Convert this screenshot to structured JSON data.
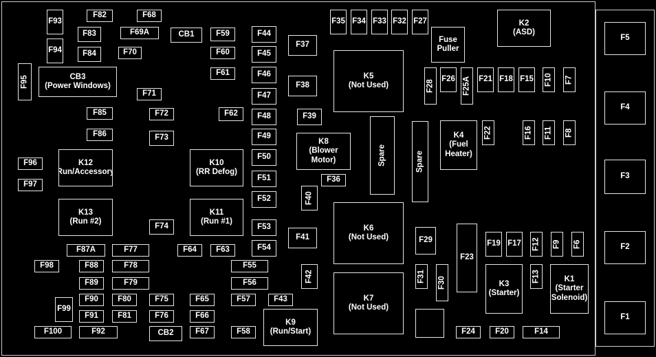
{
  "diagram": {
    "boxes": {
      "F93": "F93",
      "F82": "F82",
      "F68": "F68",
      "F83": "F83",
      "F69A": "F69A",
      "CB1": "CB1",
      "F59": "F59",
      "F44": "F44",
      "F35": "F35",
      "F34": "F34",
      "F33": "F33",
      "F32": "F32",
      "F27": "F27",
      "FusePuller": "Fuse\nPuller",
      "K2": "K2\n(ASD)",
      "F5": "F5",
      "F94": "F94",
      "F84": "F84",
      "F70": "F70",
      "F60": "F60",
      "F45": "F45",
      "F37": "F37",
      "F95": "F95",
      "CB3": "CB3\n(Power Windows)",
      "F61": "F61",
      "F46": "F46",
      "K5": "K5\n(Not Used)",
      "F28": "F28",
      "F26": "F26",
      "F25A": "F25A",
      "F21": "F21",
      "F18": "F18",
      "F15": "F15",
      "F10": "F10",
      "F7": "F7",
      "F38": "F38",
      "F71": "F71",
      "F47": "F47",
      "F4": "F4",
      "F85": "F85",
      "F72": "F72",
      "F62": "F62",
      "F48": "F48",
      "F39": "F39",
      "F86": "F86",
      "F73": "F73",
      "F49": "F49",
      "K8": "K8\n(Blower\nMotor)",
      "Spare1": "Spare",
      "Spare2": "Spare",
      "K4": "K4\n(Fuel\nHeater)",
      "F22": "F22",
      "F16": "F16",
      "F11": "F11",
      "F8": "F8",
      "F96": "F96",
      "K12": "K12\n(Run/Accessory)",
      "K10": "K10\n(RR Defog)",
      "F50": "F50",
      "F97": "F97",
      "F51": "F51",
      "F36": "F36",
      "F3": "F3",
      "F40": "F40",
      "F52": "F52",
      "K13": "K13\n(Run #2)",
      "K11": "K11\n(Run #1)",
      "F74": "F74",
      "F53": "F53",
      "K6": "K6\n(Not Used)",
      "F29": "F29",
      "F23": "F23",
      "F19": "F19",
      "F17": "F17",
      "F12": "F12",
      "F9": "F9",
      "F6": "F6",
      "F41": "F41",
      "F2": "F2",
      "F87A": "F87A",
      "F77": "F77",
      "F64": "F64",
      "F63": "F63",
      "F54": "F54",
      "F98": "F98",
      "F88": "F88",
      "F78": "F78",
      "F55": "F55",
      "F31": "F31",
      "F30": "F30",
      "K3": "K3\n(Starter)",
      "K1": "K1\n(Starter\nSolenoid)",
      "F13": "F13",
      "F42": "F42",
      "F89": "F89",
      "F79": "F79",
      "F56": "F56",
      "K7": "K7\n(Not Used)",
      "F90": "F90",
      "F80": "F80",
      "F75": "F75",
      "F65": "F65",
      "F57": "F57",
      "F43": "F43",
      "F99": "F99",
      "F91": "F91",
      "F81": "F81",
      "F76": "F76",
      "F66": "F66",
      "K9": "K9\n(Run/Start)",
      "F1": "F1",
      "F100": "F100",
      "F92": "F92",
      "CB2": "CB2",
      "F67": "F67",
      "F58": "F58",
      "F24": "F24",
      "F20": "F20",
      "F14": "F14",
      "Blank1": ""
    }
  }
}
